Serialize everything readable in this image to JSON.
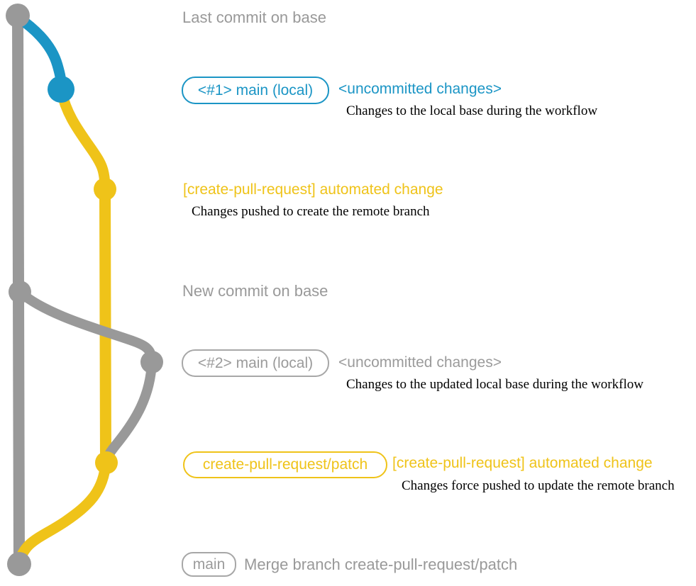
{
  "colors": {
    "base": "#999999",
    "local": "#1b95c5",
    "remote": "#efc319",
    "description_text": "#000000"
  },
  "commits": [
    {
      "name": "last-commit-on-base",
      "color": "#999999"
    },
    {
      "name": "local-main-1-commit",
      "color": "#1b95c5"
    },
    {
      "name": "remote-branch-commit-1",
      "color": "#efc319"
    },
    {
      "name": "new-commit-on-base",
      "color": "#999999"
    },
    {
      "name": "local-main-2-commit",
      "color": "#999999"
    },
    {
      "name": "remote-branch-commit-2",
      "color": "#efc319"
    },
    {
      "name": "merge-commit",
      "color": "#999999"
    }
  ],
  "annotations": {
    "last_commit_on_base": {
      "title": "Last commit on base"
    },
    "local_main_1": {
      "badge": "<#1> main (local)",
      "title": "<uncommitted changes>",
      "description": "Changes to the local base during the workflow"
    },
    "automated_change_1": {
      "title": "[create-pull-request] automated change",
      "description": "Changes pushed to create the remote branch"
    },
    "new_commit_on_base": {
      "title": "New commit on base"
    },
    "local_main_2": {
      "badge": "<#2> main (local)",
      "title": "<uncommitted changes>",
      "description": "Changes to the updated local base during the workflow"
    },
    "automated_change_2": {
      "badge": "create-pull-request/patch",
      "title": "[create-pull-request] automated change",
      "description": "Changes force pushed to update the remote branch"
    },
    "merge_commit": {
      "badge": "main",
      "title": "Merge branch create-pull-request/patch"
    }
  }
}
